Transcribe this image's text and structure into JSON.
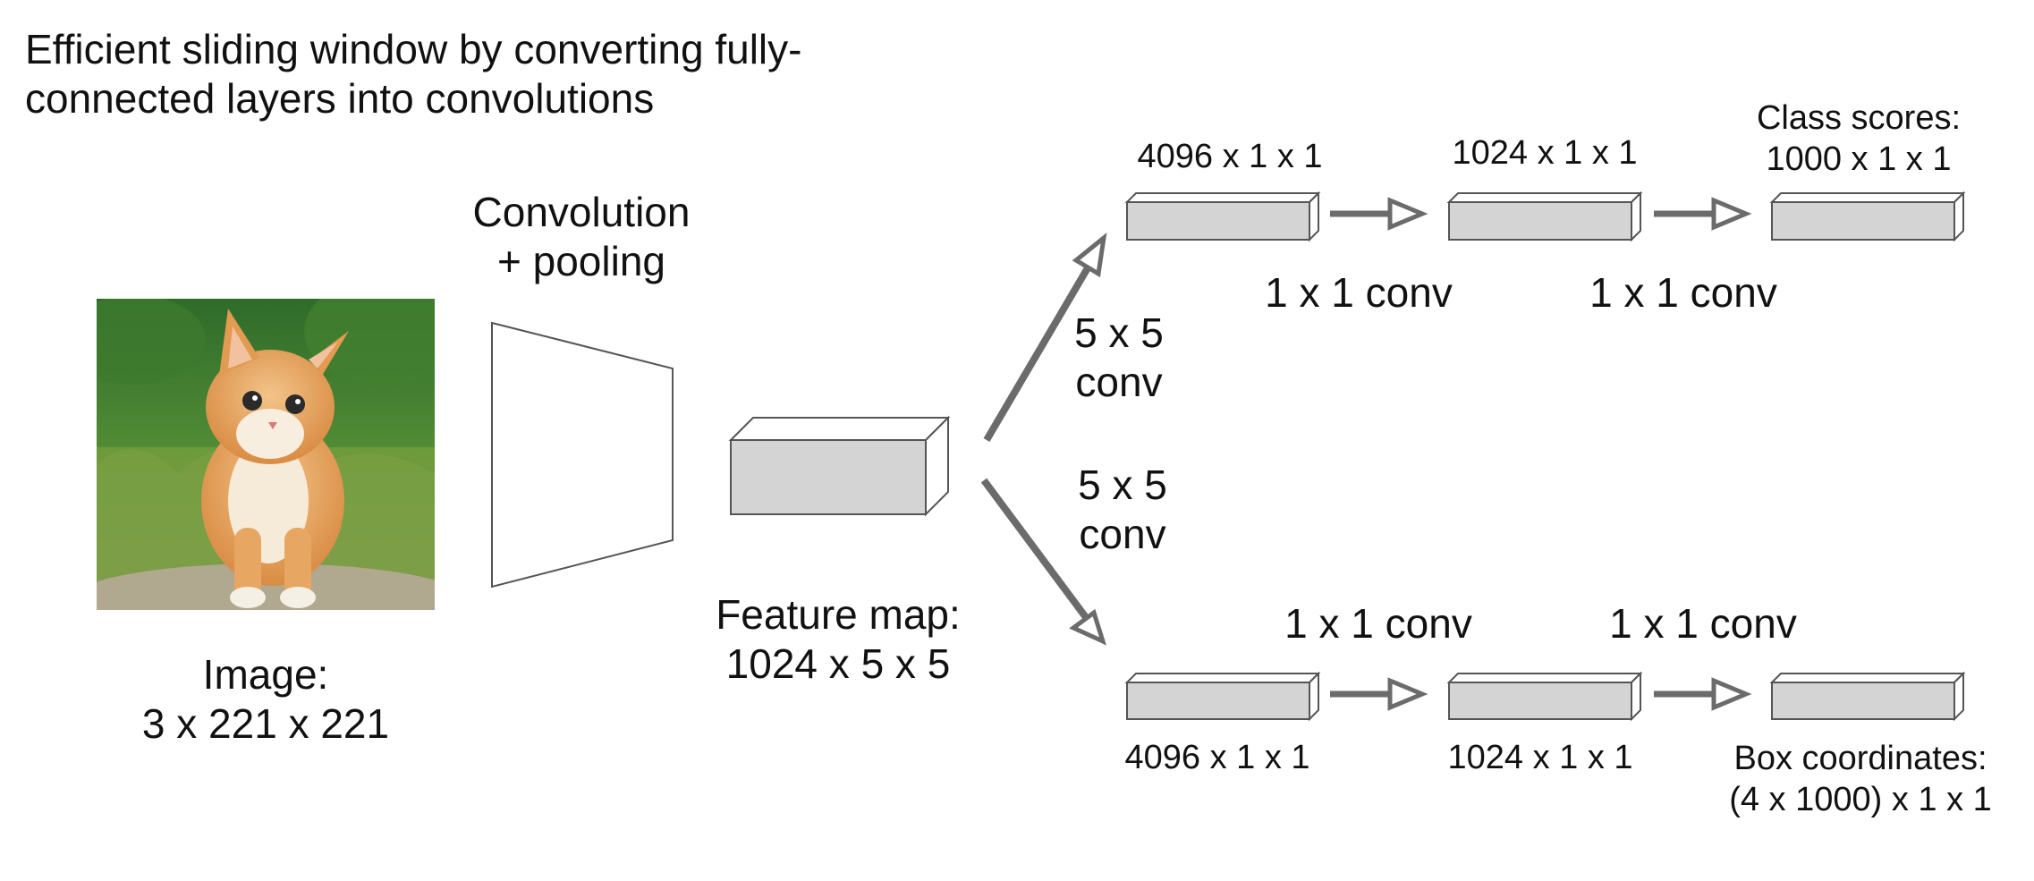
{
  "title_line1": "Efficient sliding window by converting fully-",
  "title_line2": "connected layers into convolutions",
  "image_label": {
    "line1": "Image:",
    "line2": "3 x 221 x 221"
  },
  "conv_label": {
    "line1": "Convolution",
    "line2": "+ pooling"
  },
  "feature_label": {
    "line1": "Feature map:",
    "line2": "1024 x 5 x 5"
  },
  "top_branch": {
    "conv_label": {
      "line1": "5 x 5",
      "line2": "conv"
    },
    "block1_label": "4096 x 1 x 1",
    "block2_label": "1024 x 1 x 1",
    "block3_label": {
      "line1": "Class scores:",
      "line2": "1000 x 1 x 1"
    },
    "step1_label": "1 x 1 conv",
    "step2_label": "1 x 1 conv"
  },
  "bottom_branch": {
    "conv_label": {
      "line1": "5 x 5",
      "line2": "conv"
    },
    "block1_label": "4096 x 1 x 1",
    "block2_label": "1024 x 1 x 1",
    "block3_label": {
      "line1": "Box coordinates:",
      "line2": "(4 x 1000) x 1 x 1"
    },
    "step1_label": "1 x 1 conv",
    "step2_label": "1 x 1 conv"
  },
  "colors": {
    "block_fill": "#d4d4d4",
    "stroke": "#555555",
    "arrow": "#6b6b6b"
  },
  "icons": {
    "kitten_image": "kitten-photo"
  }
}
